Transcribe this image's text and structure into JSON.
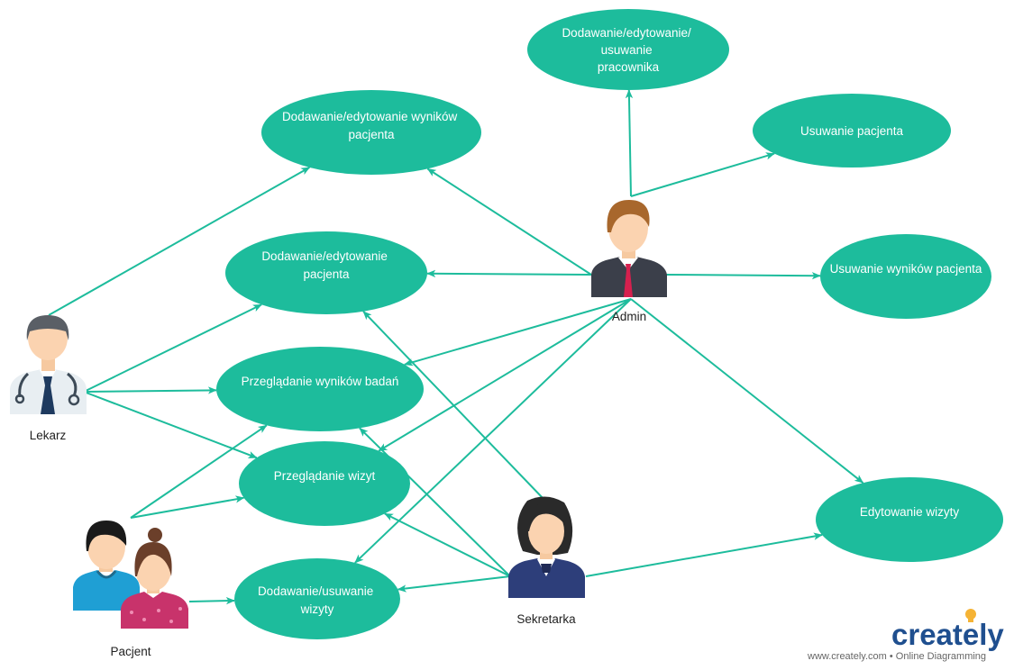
{
  "colors": {
    "use_case_fill": "#1dbc9c",
    "connector": "#1dbc9c",
    "use_case_text": "#ffffff",
    "label_text": "#222222"
  },
  "use_cases": [
    {
      "id": "uc-edit-results",
      "lines": [
        "Dodawanie/edytowanie wyników",
        "pacjenta"
      ]
    },
    {
      "id": "uc-edit-patient",
      "lines": [
        "Dodawanie/edytowanie",
        "pacjenta"
      ]
    },
    {
      "id": "uc-view-results",
      "lines": [
        "Przeglądanie wyników badań"
      ]
    },
    {
      "id": "uc-view-visits",
      "lines": [
        "Przeglądanie wizyt"
      ]
    },
    {
      "id": "uc-add-visit",
      "lines": [
        "Dodawanie/usuwanie",
        "wizyty"
      ]
    },
    {
      "id": "uc-edit-employee",
      "lines": [
        "Dodawanie/edytowanie/",
        "usuwanie",
        "pracownika"
      ]
    },
    {
      "id": "uc-remove-patient",
      "lines": [
        "Usuwanie pacjenta"
      ]
    },
    {
      "id": "uc-remove-results",
      "lines": [
        "Usuwanie wyników pacjenta"
      ]
    },
    {
      "id": "uc-edit-visit",
      "lines": [
        "Edytowanie wizyty"
      ]
    }
  ],
  "actors": [
    {
      "id": "lekarz",
      "label": "Lekarz",
      "icon": "doctor-icon"
    },
    {
      "id": "admin",
      "label": "Admin",
      "icon": "businessman-icon"
    },
    {
      "id": "pacjent",
      "label": "Pacjent",
      "icon": "patients-couple-icon"
    },
    {
      "id": "sekretarka",
      "label": "Sekretarka",
      "icon": "secretary-icon"
    }
  ],
  "relations": [
    {
      "from": "lekarz",
      "to": "uc-edit-results"
    },
    {
      "from": "lekarz",
      "to": "uc-edit-patient"
    },
    {
      "from": "lekarz",
      "to": "uc-view-results"
    },
    {
      "from": "lekarz",
      "to": "uc-view-visits"
    },
    {
      "from": "pacjent",
      "to": "uc-view-results"
    },
    {
      "from": "pacjent",
      "to": "uc-view-visits"
    },
    {
      "from": "pacjent",
      "to": "uc-add-visit"
    },
    {
      "from": "admin",
      "to": "uc-edit-results"
    },
    {
      "from": "admin",
      "to": "uc-edit-patient"
    },
    {
      "from": "admin",
      "to": "uc-view-results"
    },
    {
      "from": "admin",
      "to": "uc-view-visits"
    },
    {
      "from": "admin",
      "to": "uc-add-visit"
    },
    {
      "from": "admin",
      "to": "uc-edit-employee"
    },
    {
      "from": "admin",
      "to": "uc-remove-patient"
    },
    {
      "from": "admin",
      "to": "uc-remove-results"
    },
    {
      "from": "admin",
      "to": "uc-edit-visit"
    },
    {
      "from": "sekretarka",
      "to": "uc-edit-patient"
    },
    {
      "from": "sekretarka",
      "to": "uc-view-results"
    },
    {
      "from": "sekretarka",
      "to": "uc-view-visits"
    },
    {
      "from": "sekretarka",
      "to": "uc-add-visit"
    },
    {
      "from": "sekretarka",
      "to": "uc-edit-visit"
    }
  ],
  "branding": {
    "logo": "creately",
    "tagline": "www.creately.com • Online Diagramming"
  }
}
